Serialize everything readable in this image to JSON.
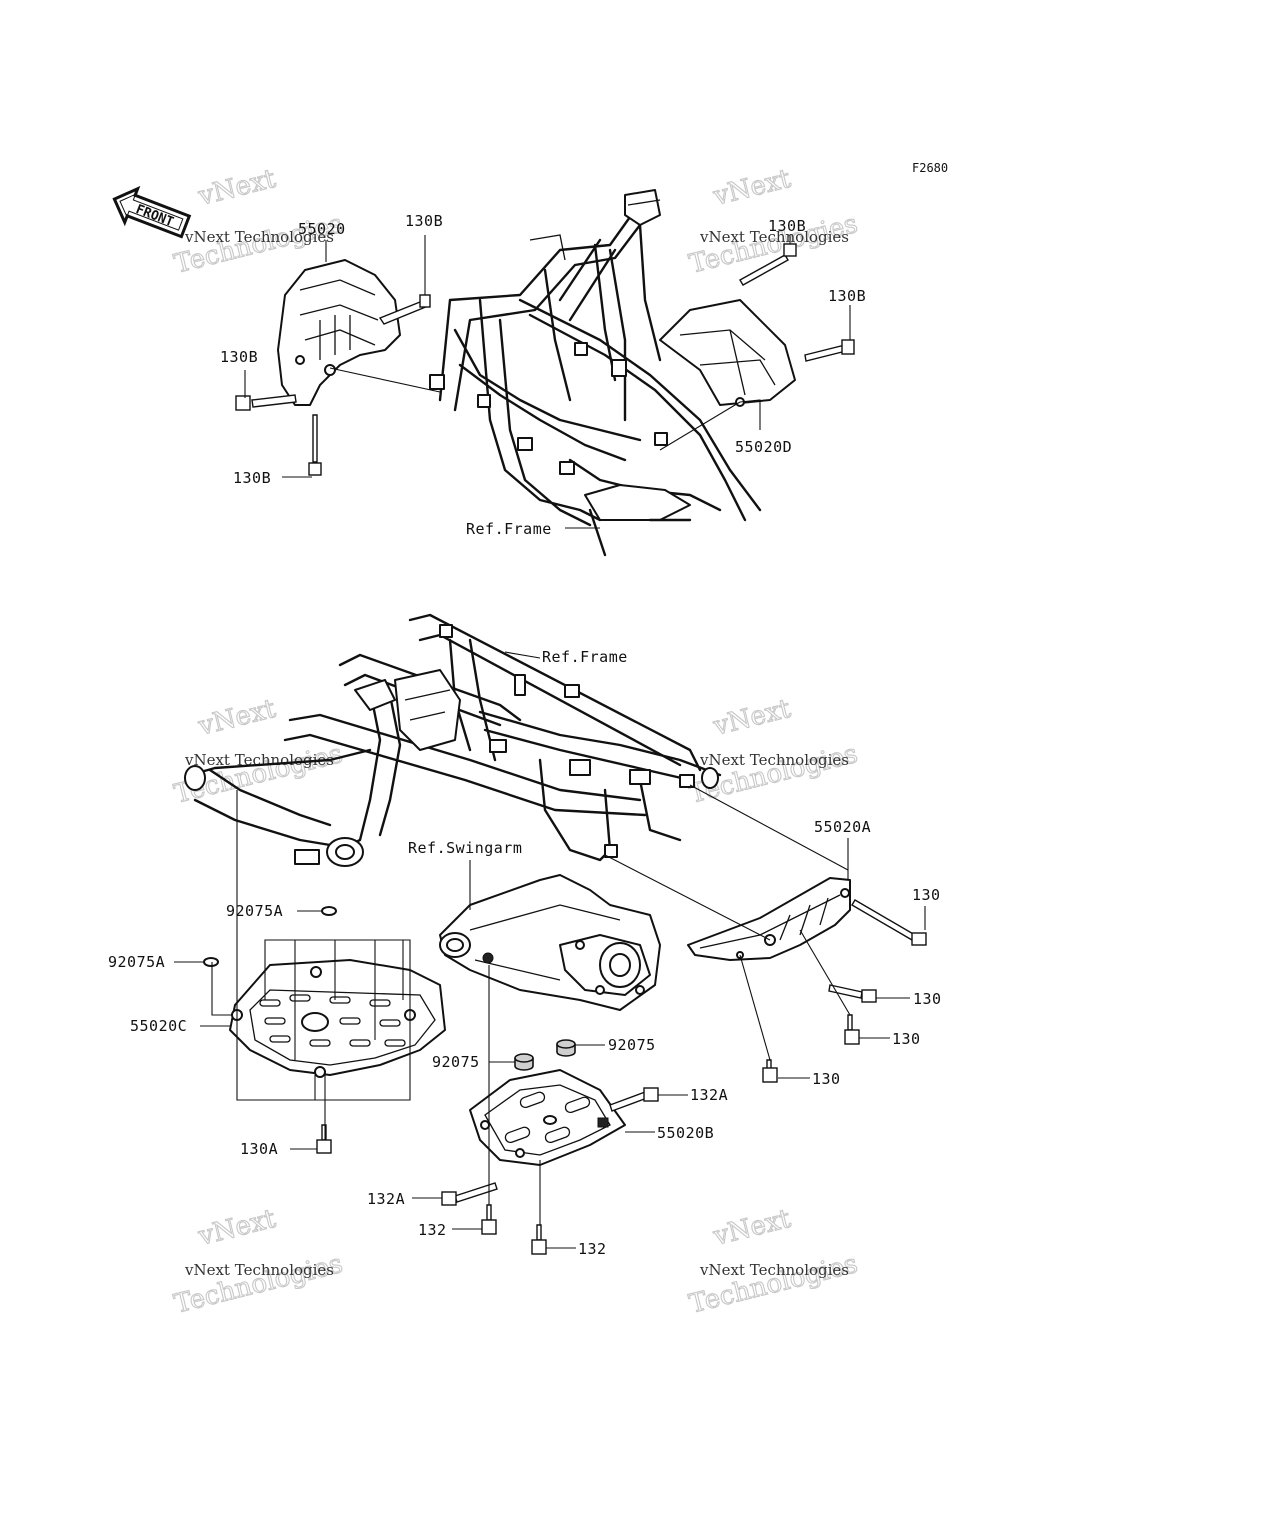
{
  "diagram": {
    "code": "F2680",
    "front_label": "FRONT",
    "watermark": {
      "line1": "vNext Technologies",
      "line2": "Technologies",
      "outline_word": "vNext"
    },
    "labels": {
      "p55020": "55020",
      "p130B_1": "130B",
      "p130B_2": "130B",
      "p130B_3": "130B",
      "p130B_4": "130B",
      "p130B_5": "130B",
      "p55020D": "55020D",
      "ref_frame_1": "Ref.Frame",
      "ref_frame_2": "Ref.Frame",
      "ref_swingarm": "Ref.Swingarm",
      "p55020A": "55020A",
      "p130_1": "130",
      "p130_2": "130",
      "p130_3": "130",
      "p130_4": "130",
      "p92075A_1": "92075A",
      "p92075A_2": "92075A",
      "p55020C": "55020C",
      "p130A": "130A",
      "p92075_1": "92075",
      "p92075_2": "92075",
      "p132A_1": "132A",
      "p132A_2": "132A",
      "p55020B": "55020B",
      "p132_1": "132",
      "p132_2": "132"
    }
  }
}
